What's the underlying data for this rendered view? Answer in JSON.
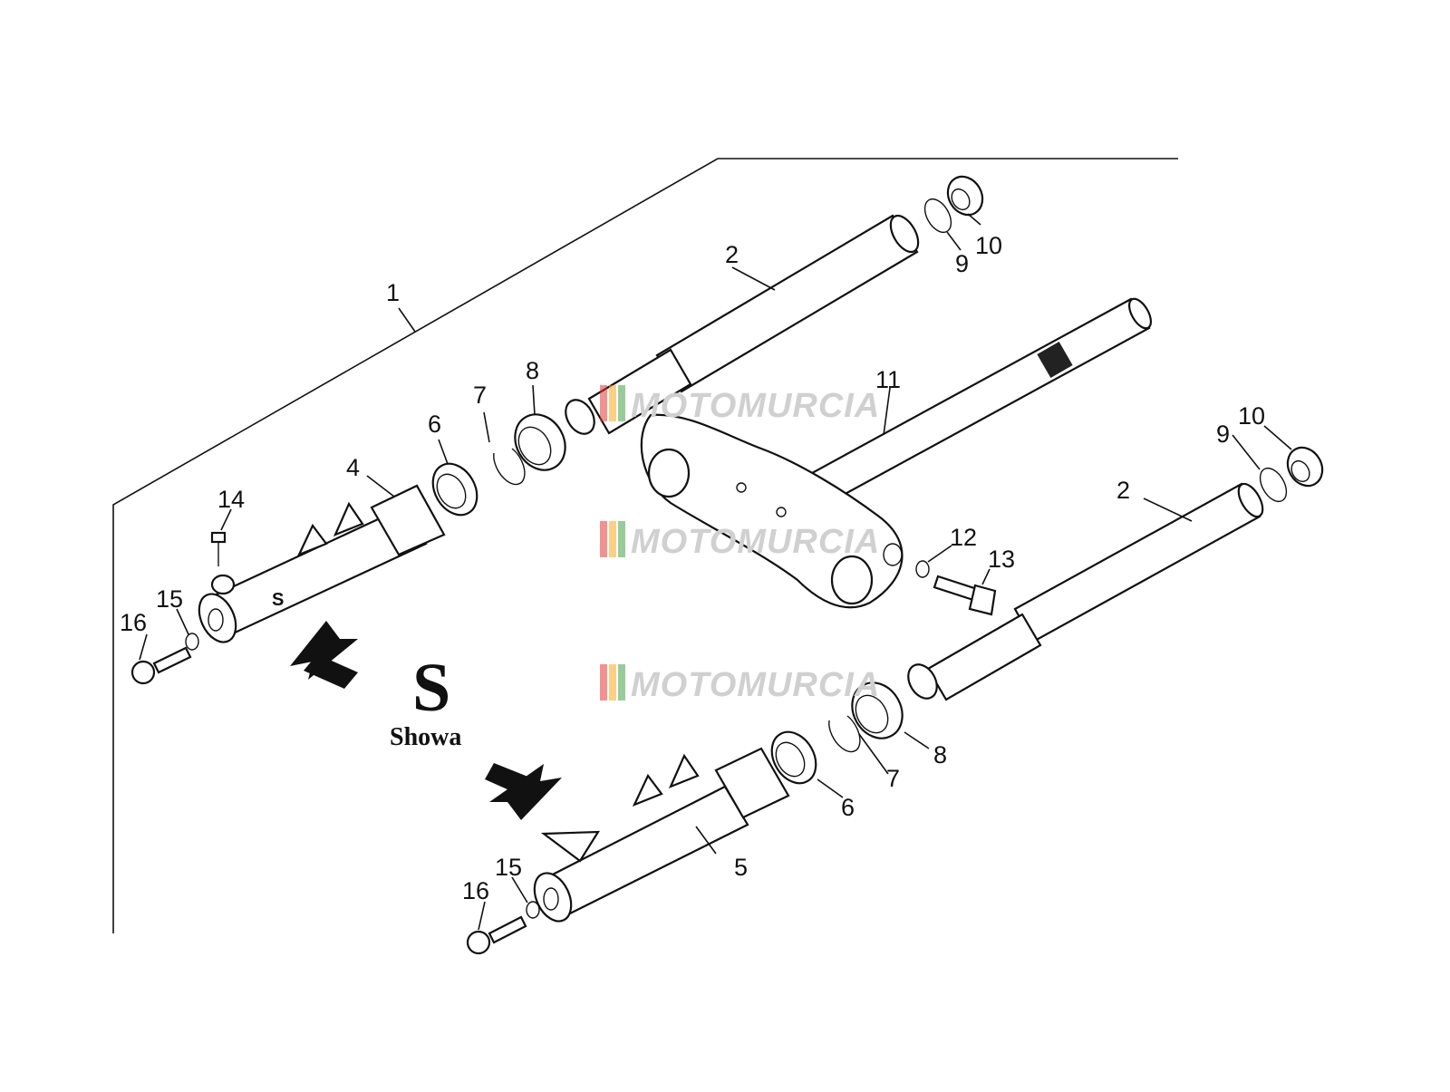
{
  "callouts": {
    "c1": "1",
    "c2a": "2",
    "c2b": "2",
    "c4": "4",
    "c5": "5",
    "c6a": "6",
    "c6b": "6",
    "c7a": "7",
    "c7b": "7",
    "c8a": "8",
    "c8b": "8",
    "c9a": "9",
    "c9b": "9",
    "c10a": "10",
    "c10b": "10",
    "c11": "11",
    "c12": "12",
    "c13": "13",
    "c14": "14",
    "c15a": "15",
    "c15b": "15",
    "c16a": "16",
    "c16b": "16"
  },
  "legend": {
    "letter": "S",
    "label": "Showa",
    "slider_mark": "S"
  },
  "watermark": {
    "text": "MOTOMURCIA",
    "stripe_colors": [
      "#e53935",
      "#f9a825",
      "#43a047"
    ]
  }
}
